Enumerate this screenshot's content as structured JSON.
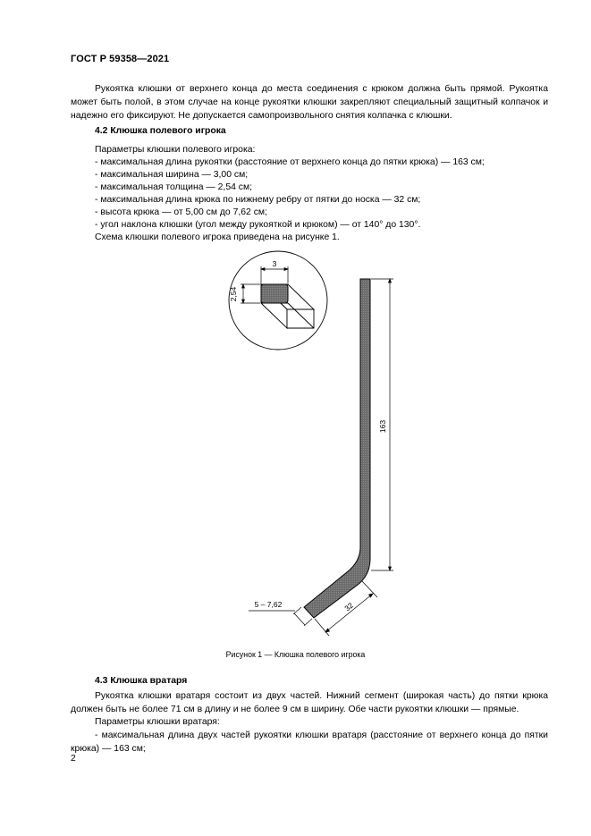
{
  "header": "ГОСТ Р 59358—2021",
  "intro_paragraph": "Рукоятка клюшки от верхнего конца до места соединения с крюком должна быть прямой. Рукоятка может быть полой, в этом случае на конце рукоятки клюшки закрепляют специальный защитный колпачок и надежно его фиксируют. Не допускается самопроизвольного снятия колпачка с клюшки.",
  "section_4_2": {
    "title": "4.2  Клюшка полевого игрока",
    "lines": [
      "Параметры клюшки полевого игрока:",
      "- максимальная длина рукоятки (расстояние от верхнего конца до пятки крюка) — 163 см;",
      "- максимальная ширина — 3,00 см;",
      "- максимальная толщина — 2,54 см;",
      "- максимальная длина крюка по нижнему ребру от пятки до носка — 32 см;",
      "- высота крюка — от 5,00 см до 7,62 см;",
      "- угол наклона клюшки (угол между рукояткой и крюком) — от 140° до 130°.",
      "Схема клюшки полевого игрока приведена на рисунке 1."
    ]
  },
  "figure": {
    "dim_width": "3",
    "dim_thickness": "2,54",
    "dim_length": "163",
    "dim_blade_length": "32",
    "dim_blade_height": "5 – 7,62",
    "caption": "Рисунок 1 — Клюшка полевого игрока"
  },
  "section_4_3": {
    "title": "4.3  Клюшка вратаря",
    "paragraph1": "Рукоятка клюшки вратаря состоит из двух частей. Нижний сегмент (широкая часть) до пятки крюка должен быть не более 71 см в длину и не более 9 см в ширину. Обе части рукоятки клюшки — прямые.",
    "params_title": "Параметры клюшки вратаря:",
    "paragraph2": "- максимальная длина двух частей рукоятки клюшки вратаря (расстояние от верхнего конца до пятки крюка) — 163 см;"
  },
  "page_number": "2"
}
